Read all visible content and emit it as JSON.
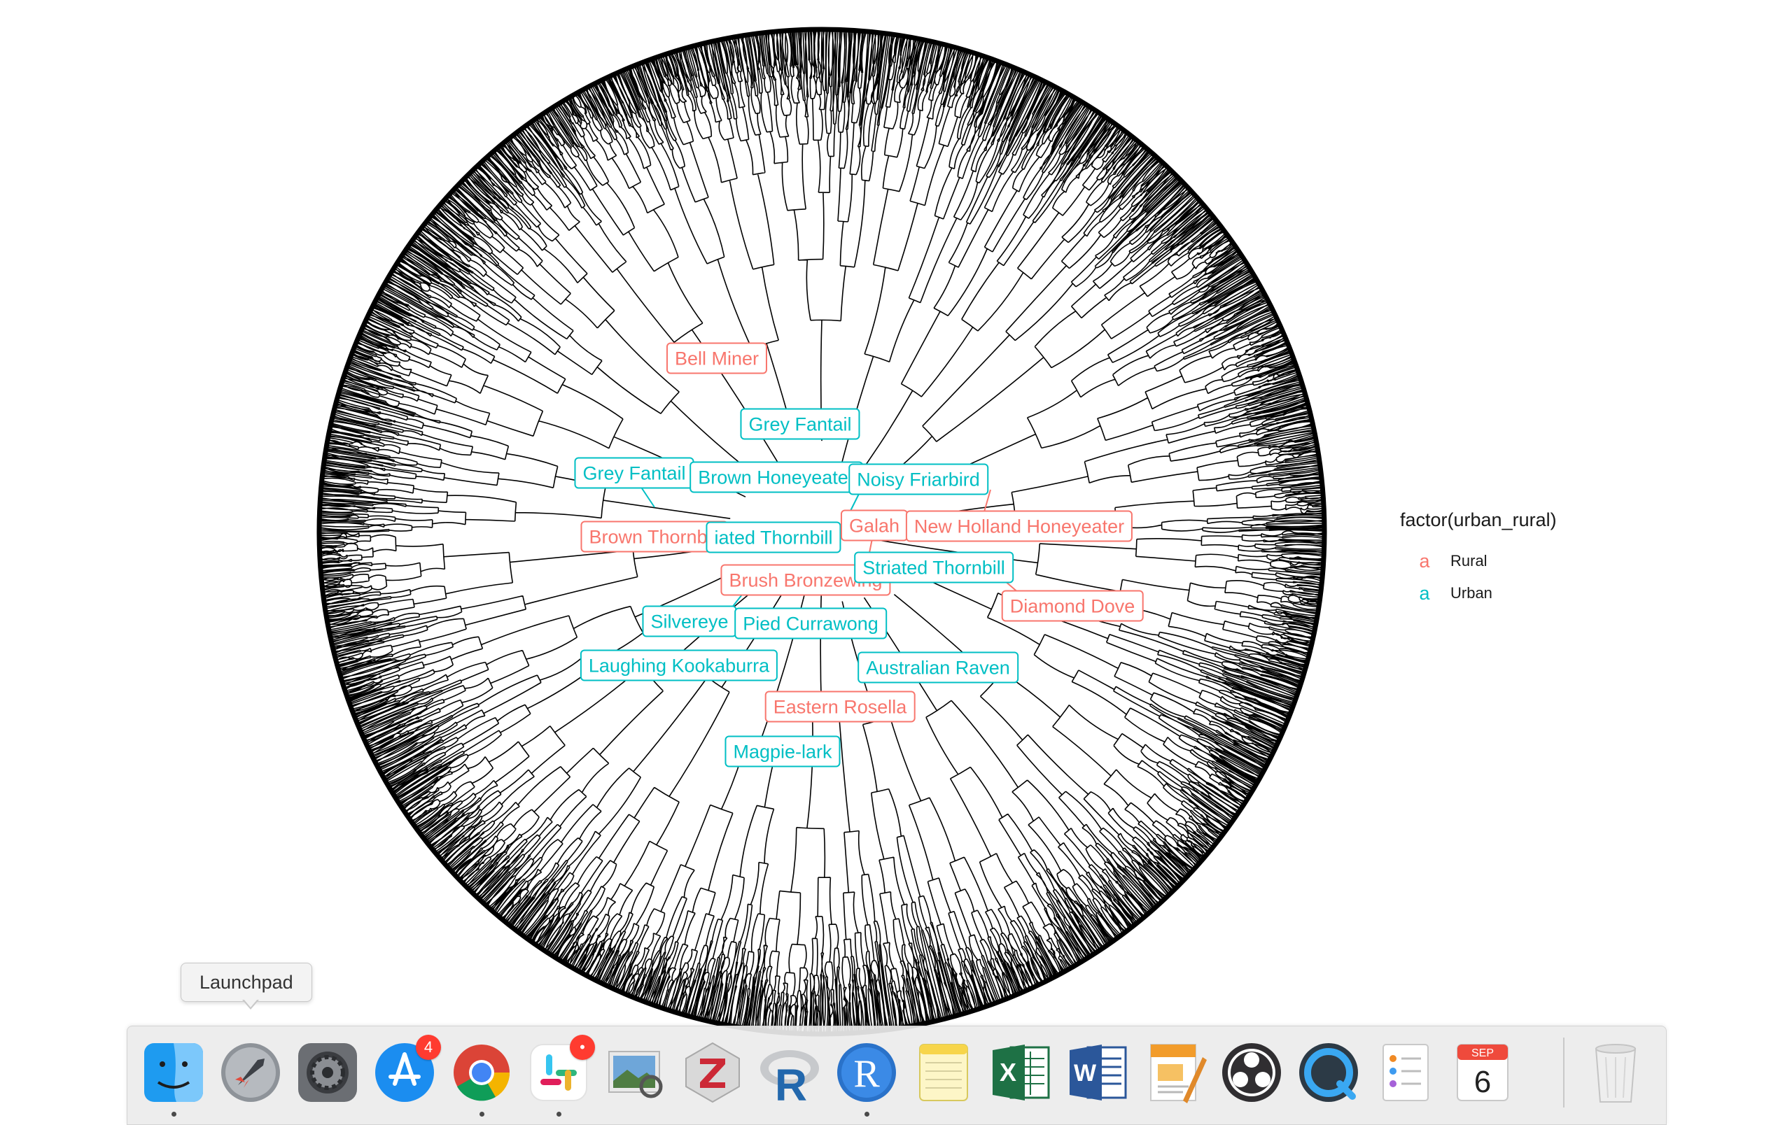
{
  "plot": {
    "tips": [
      {
        "label": "Bell Miner",
        "group": "rural"
      },
      {
        "label": "Grey Fantail",
        "group": "urban"
      },
      {
        "label": "Grey Fantail",
        "group": "urban"
      },
      {
        "label": "Brown Honeyeater",
        "group": "urban"
      },
      {
        "label": "Noisy Friarbird",
        "group": "urban"
      },
      {
        "label": "Brown Thornbill",
        "group": "rural"
      },
      {
        "label": "iated Thornbill",
        "group": "urban"
      },
      {
        "label": "Galah",
        "group": "rural"
      },
      {
        "label": "New Holland Honeyeater",
        "group": "rural"
      },
      {
        "label": "Brush Bronzewing",
        "group": "rural"
      },
      {
        "label": "Striated Thornbill",
        "group": "urban"
      },
      {
        "label": "Diamond Dove",
        "group": "rural"
      },
      {
        "label": "Silvereye",
        "group": "urban"
      },
      {
        "label": "Pied Currawong",
        "group": "urban"
      },
      {
        "label": "Laughing Kookaburra",
        "group": "urban"
      },
      {
        "label": "Australian Raven",
        "group": "urban"
      },
      {
        "label": "Eastern Rosella",
        "group": "rural"
      },
      {
        "label": "Magpie-lark",
        "group": "urban"
      }
    ],
    "colors": {
      "rural": "#F8766D",
      "urban": "#00BFC4"
    }
  },
  "legend": {
    "title": "factor(urban_rural)",
    "key_glyph": "a",
    "entries": [
      {
        "label": "Rural",
        "color": "#F8766D"
      },
      {
        "label": "Urban",
        "color": "#00BFC4"
      }
    ]
  },
  "tooltip": {
    "text": "Launchpad"
  },
  "dock": {
    "apps": [
      {
        "name": "Finder",
        "icon": "finder-icon",
        "running": true
      },
      {
        "name": "Launchpad",
        "icon": "rocket-icon",
        "running": false
      },
      {
        "name": "System Preferences",
        "icon": "gear-icon",
        "running": false
      },
      {
        "name": "App Store",
        "icon": "app-store-icon",
        "running": false,
        "badge": "4"
      },
      {
        "name": "Google Chrome",
        "icon": "chrome-icon",
        "running": true
      },
      {
        "name": "Slack",
        "icon": "slack-icon",
        "running": true,
        "badge": "•"
      },
      {
        "name": "Preview",
        "icon": "preview-icon",
        "running": false
      },
      {
        "name": "Zotero",
        "icon": "zotero-icon",
        "running": false
      },
      {
        "name": "RStudio",
        "icon": "rstudio-icon",
        "running": false
      },
      {
        "name": "R",
        "icon": "r-icon",
        "running": true
      },
      {
        "name": "Notes",
        "icon": "notes-icon",
        "running": false
      },
      {
        "name": "Microsoft Excel",
        "icon": "excel-icon",
        "running": false
      },
      {
        "name": "Microsoft Word",
        "icon": "word-icon",
        "running": false
      },
      {
        "name": "Pages",
        "icon": "pages-icon",
        "running": false
      },
      {
        "name": "OBS",
        "icon": "obs-icon",
        "running": false
      },
      {
        "name": "QuickTime Player",
        "icon": "quicktime-icon",
        "running": false
      },
      {
        "name": "Reminders",
        "icon": "reminders-icon",
        "running": false
      },
      {
        "name": "Calendar",
        "icon": "calendar-icon",
        "running": false,
        "month": "SEP",
        "day": "6"
      },
      {
        "name": "Trash",
        "icon": "trash-icon",
        "running": false
      }
    ]
  }
}
